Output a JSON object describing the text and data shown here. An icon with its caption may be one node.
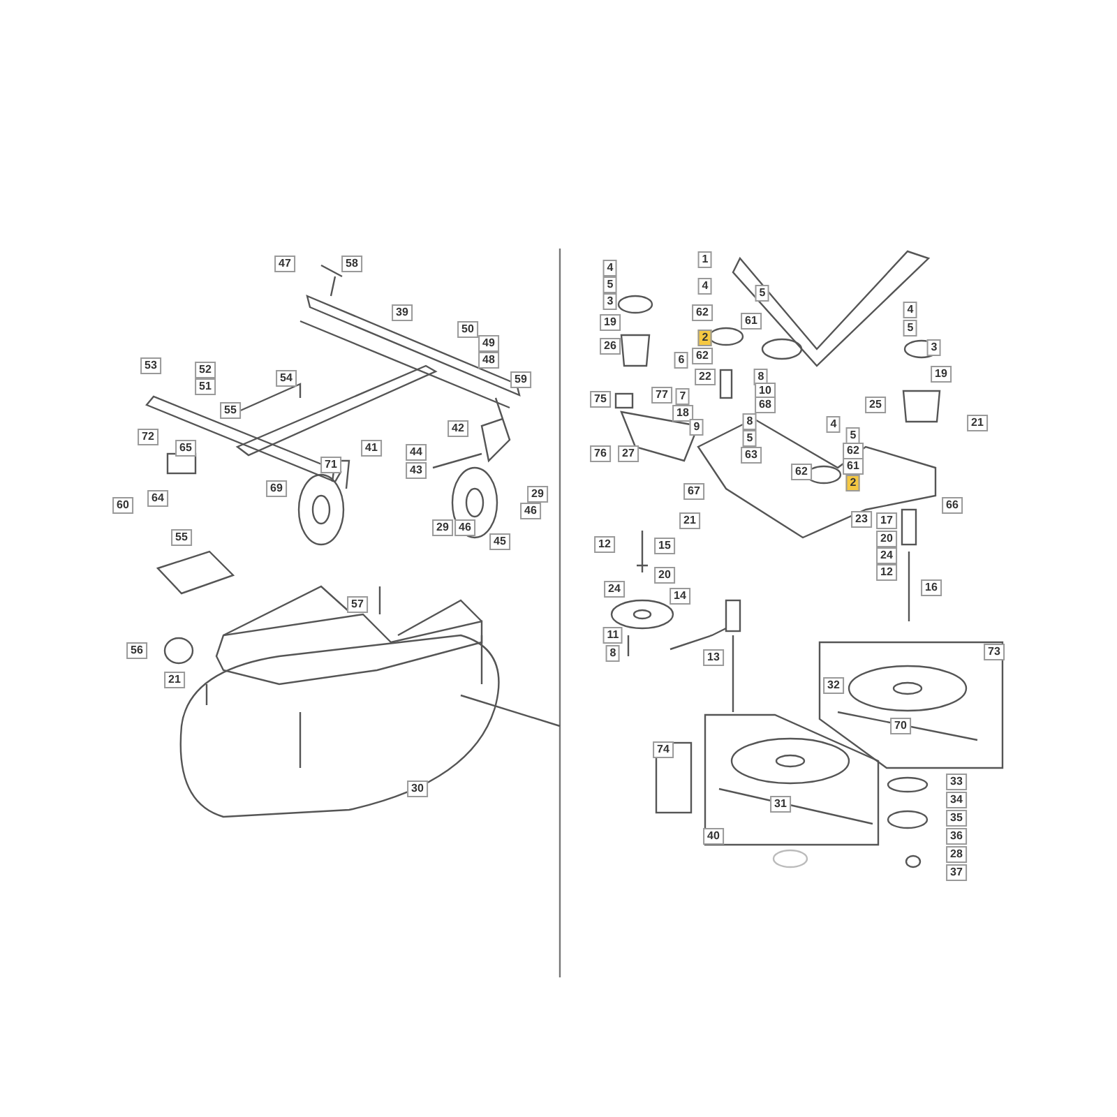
{
  "diagram": {
    "labels": [
      "47",
      "58",
      "39",
      "50",
      "49",
      "48",
      "53",
      "52",
      "59",
      "51",
      "54",
      "55",
      "72",
      "42",
      "65",
      "41",
      "44",
      "71",
      "43",
      "64",
      "60",
      "69",
      "29",
      "46",
      "55",
      "29",
      "46",
      "45",
      "57",
      "56",
      "21",
      "30",
      "4",
      "1",
      "5",
      "4",
      "3",
      "5",
      "62",
      "61",
      "2",
      "19",
      "62",
      "26",
      "4",
      "5",
      "3",
      "6",
      "22",
      "8",
      "19",
      "10",
      "75",
      "77",
      "7",
      "18",
      "68",
      "25",
      "9",
      "8",
      "21",
      "5",
      "4",
      "5",
      "76",
      "27",
      "63",
      "62",
      "61",
      "62",
      "2",
      "67",
      "66",
      "21",
      "23",
      "17",
      "12",
      "15",
      "20",
      "20",
      "24",
      "24",
      "14",
      "12",
      "16",
      "11",
      "8",
      "13",
      "73",
      "32",
      "70",
      "74",
      "33",
      "31",
      "34",
      "35",
      "40",
      "36",
      "28",
      "37"
    ]
  }
}
